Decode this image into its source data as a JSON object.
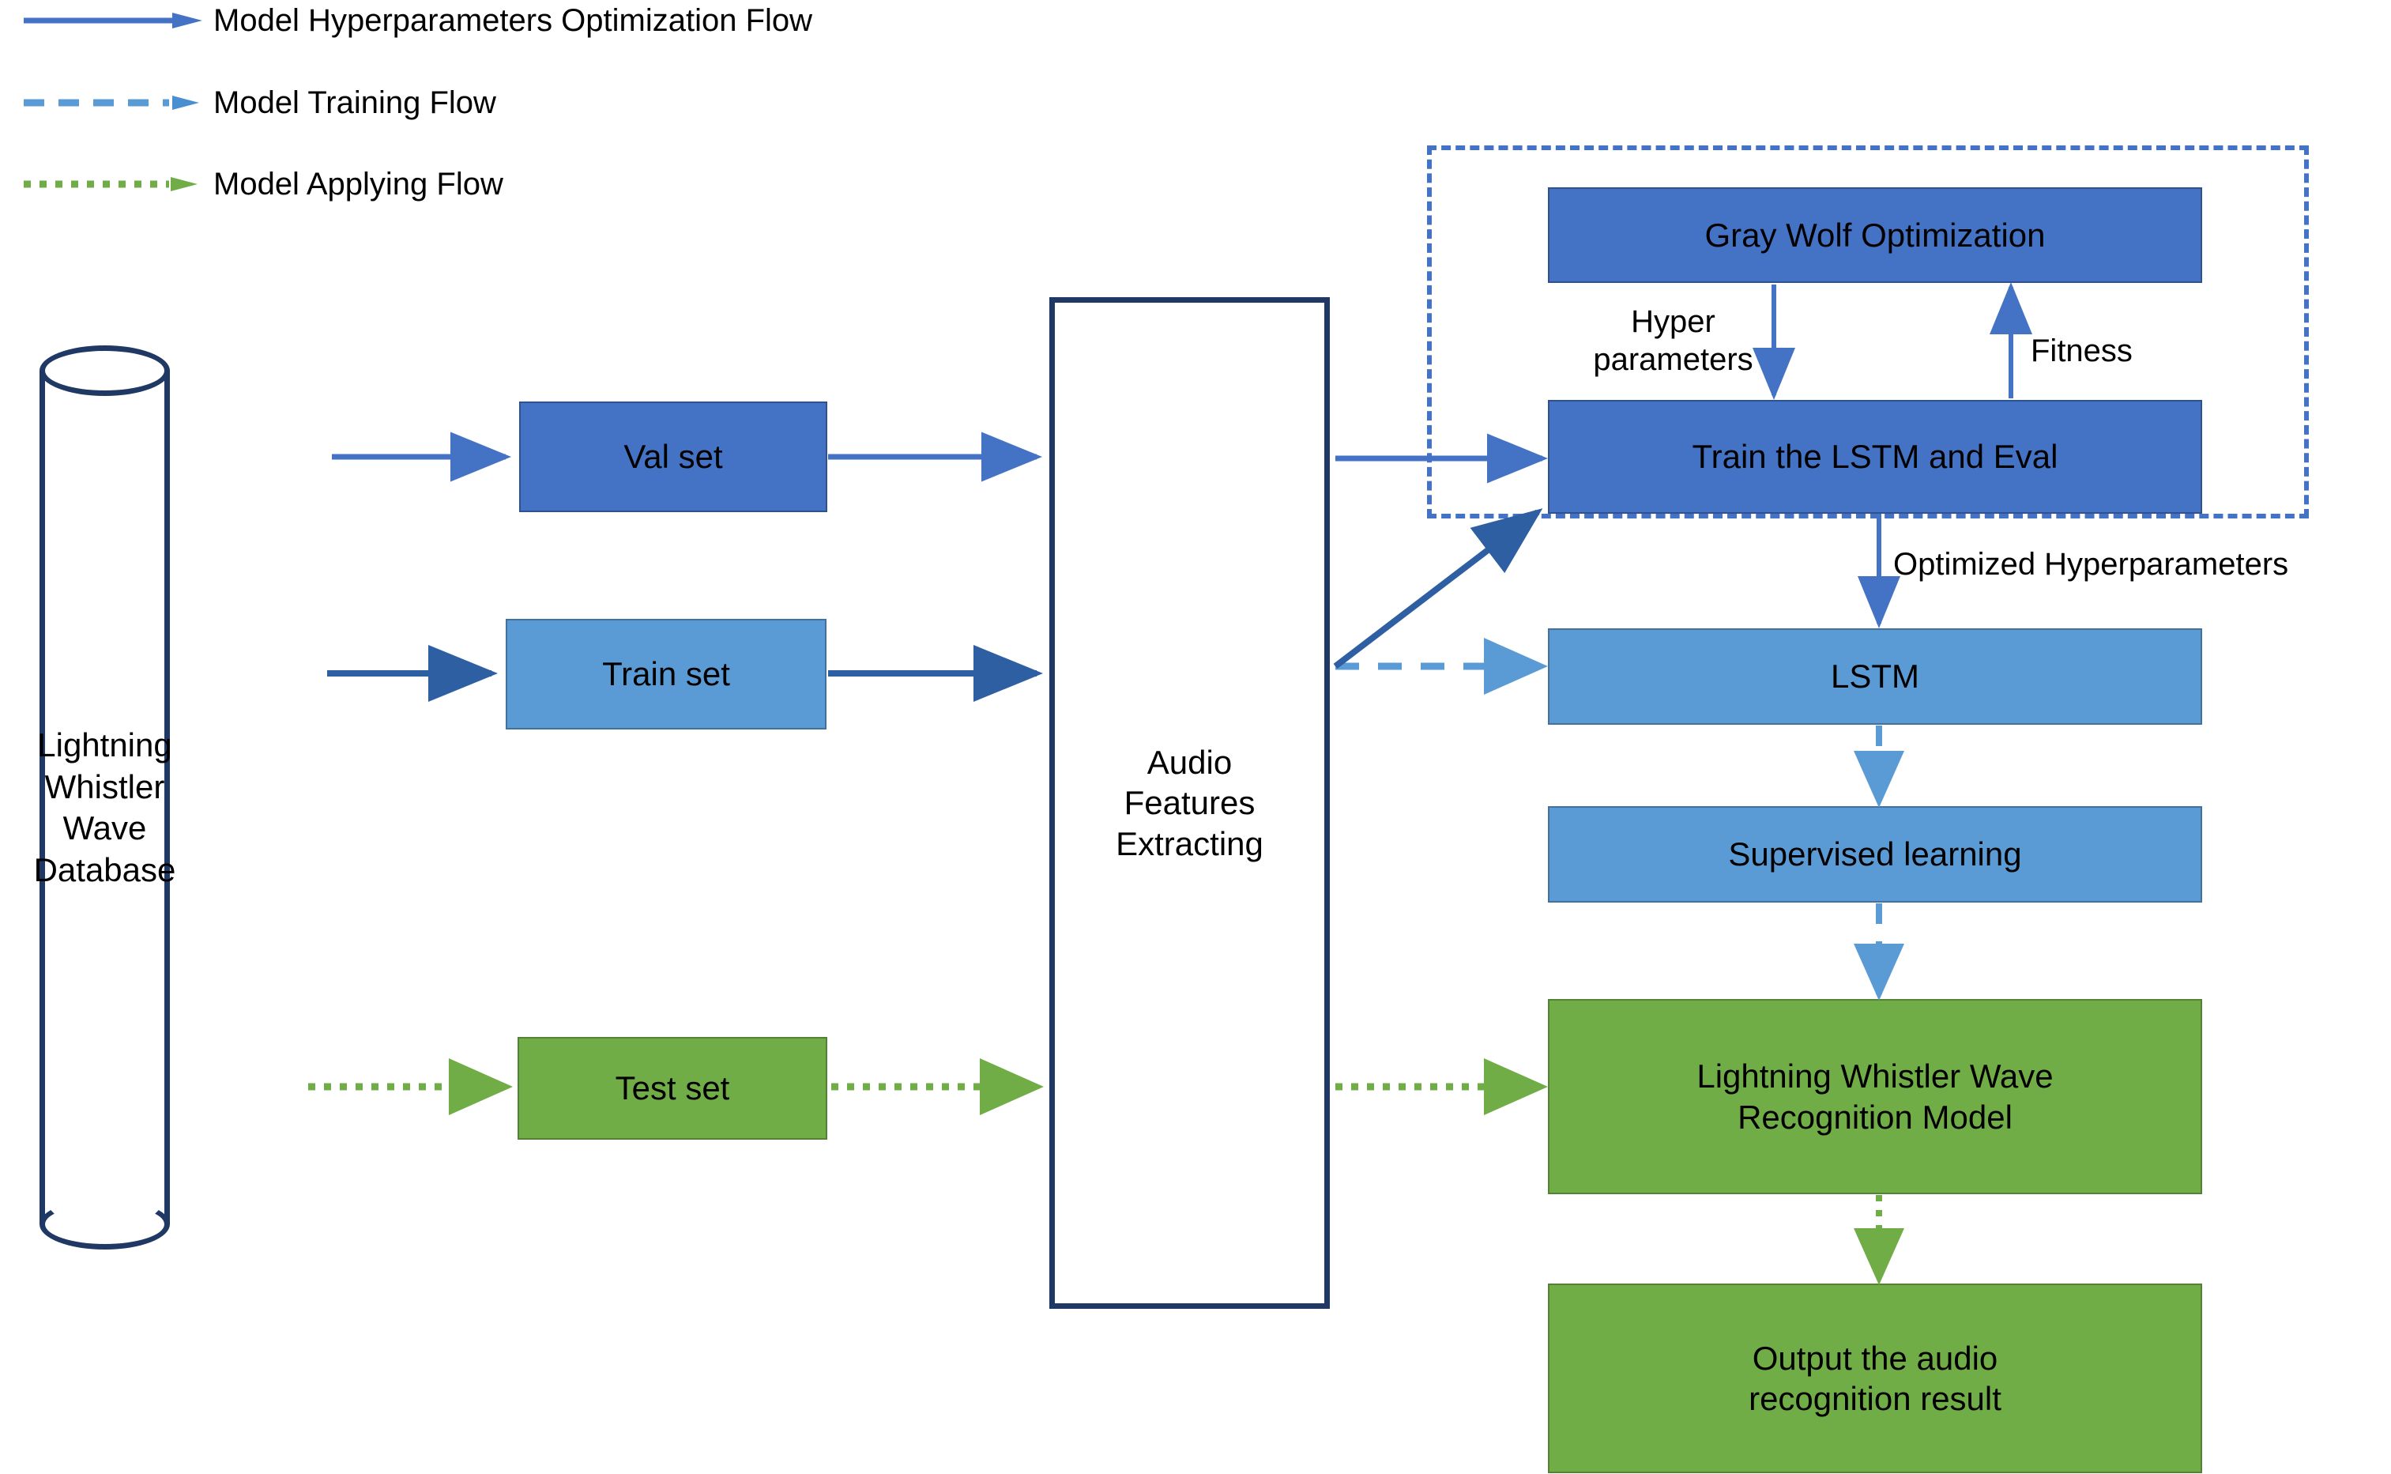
{
  "legend": {
    "items": [
      {
        "id": "hyperparam-flow",
        "label": "Model Hyperparameters Optimization Flow",
        "style": "solid",
        "color": "#4472C4"
      },
      {
        "id": "training-flow",
        "label": "Model Training Flow",
        "style": "dashed",
        "color": "#5B9BD5"
      },
      {
        "id": "applying-flow",
        "label": "Model Applying Flow",
        "style": "dotted",
        "color": "#70AD47"
      }
    ]
  },
  "nodes": {
    "database": "Lightning\nWhistler\nWave\nDatabase",
    "database_lines": [
      "Lightning",
      "Whistler",
      "Wave",
      "Database"
    ],
    "val_set": "Val set",
    "train_set": "Train set",
    "test_set": "Test set",
    "feature_extract_lines": [
      "Audio",
      "Features",
      "Extracting"
    ],
    "gray_wolf": "Gray Wolf Optimization",
    "train_lstm": "Train the LSTM and Eval",
    "lstm": "LSTM",
    "supervised": "Supervised learning",
    "recognition_model_lines": [
      "Lightning Whistler Wave",
      "Recognition Model"
    ],
    "output_lines": [
      "Output the audio",
      "recognition result"
    ]
  },
  "edge_labels": {
    "hyper_parameters": "Hyper\nparameters",
    "hyper_parameters_lines": [
      "Hyper",
      "parameters"
    ],
    "fitness": "Fitness",
    "optimized_hyperparameters": "Optimized Hyperparameters"
  },
  "colors": {
    "blue_dark": "#4472C4",
    "blue_light": "#5B9BD5",
    "green": "#70AD47",
    "navy": "#1F3864",
    "text": "#000000",
    "background": "#FFFFFF"
  }
}
